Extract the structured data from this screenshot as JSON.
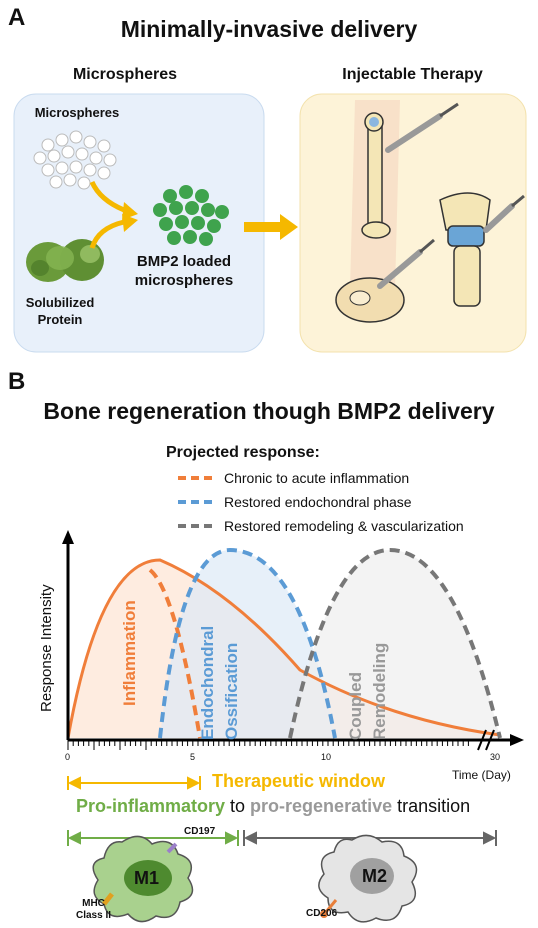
{
  "panel_a": {
    "letter": "A",
    "title": "Minimally-invasive delivery",
    "left_heading": "Microspheres",
    "right_heading": "Injectable Therapy",
    "microspheres_label": "Microspheres",
    "protein_label": [
      "Solubilized",
      "Protein"
    ],
    "loaded_label": [
      "BMP2 loaded",
      "microspheres"
    ]
  },
  "panel_b": {
    "letter": "B",
    "title": "Bone regeneration though BMP2 delivery",
    "legend_title": "Projected response:",
    "legend": [
      {
        "label": "Chronic to acute inflammation",
        "color": "#f07e3a"
      },
      {
        "label": "Restored endochondral phase",
        "color": "#5b9bd5"
      },
      {
        "label": "Restored remodeling & vascularization",
        "color": "#777777"
      }
    ],
    "y_axis_label": "Response Intensity",
    "x_axis_label": "Time (Day)",
    "x_ticks": [
      "0",
      "5",
      "10",
      "30"
    ],
    "stage_labels": {
      "inflammation": "Inflammation",
      "endochondral": "Endochondral",
      "ossification": "Ossification",
      "coupled": "Coupled",
      "remodeling": "Remodeling"
    },
    "therapeutic_window": "Therapeutic window",
    "transition": {
      "part1": "Pro-inflammatory",
      "part2": " to ",
      "part3": "pro-regenerative",
      "part4": " transition"
    },
    "m1": {
      "label": "M1",
      "marker_top": "CD197",
      "marker_bottom": [
        "MHC",
        "Class II"
      ]
    },
    "m2": {
      "label": "M2",
      "marker": "CD206"
    }
  },
  "colors": {
    "orange": "#f07e3a",
    "blue": "#5b9bd5",
    "gray": "#777777",
    "yellow": "#f5b800",
    "green": "#70ad47",
    "panel_a_left_bg": "#e8f0fa",
    "panel_a_right_bg": "#fdf3d8"
  }
}
